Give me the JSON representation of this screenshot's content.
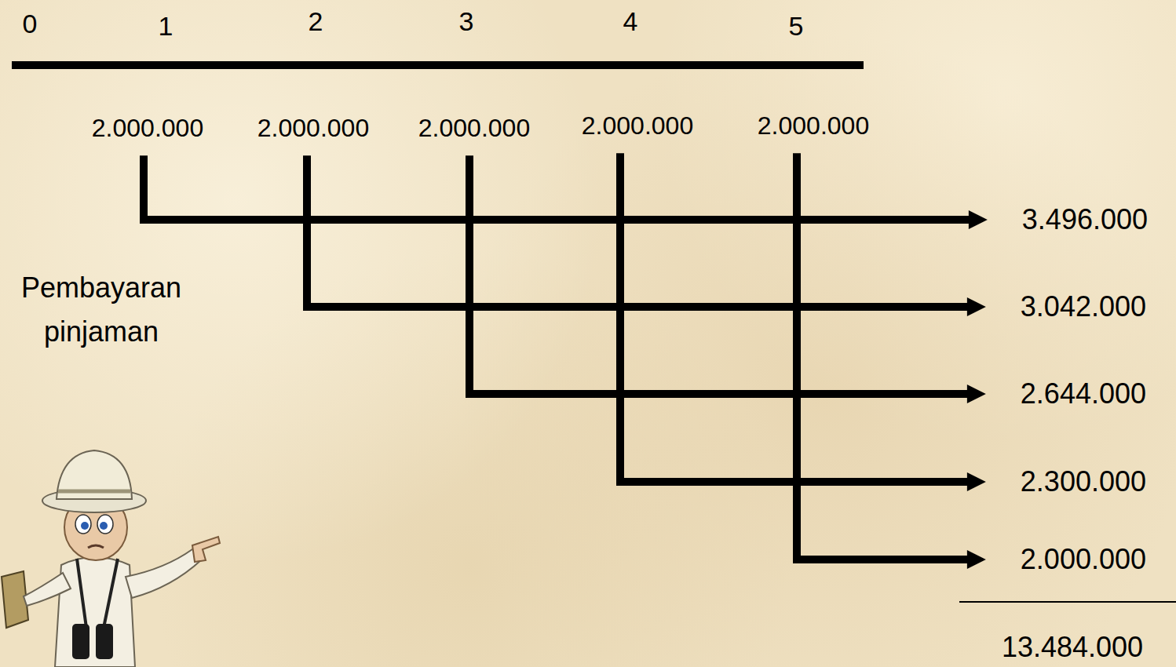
{
  "diagram": {
    "nodes": [
      {
        "text": [
          "2.000.000"
        ]
      },
      {
        "text": [
          "2.000.000"
        ]
      },
      {
        "text": [
          "2.000.000"
        ]
      },
      {
        "text": [
          "2.000.000"
        ]
      },
      {
        "text": [
          "2.000.000"
        ]
      },
      {
        "text": [
          "3.496.000"
        ]
      },
      {
        "text": [
          "3.042.000"
        ]
      },
      {
        "text": [
          "2.644.000"
        ]
      },
      {
        "text": [
          "2.300.000"
        ]
      },
      {
        "text": [
          "2.000.000"
        ]
      }
    ],
    "edges": [
      {
        "from": 0,
        "to": 5,
        "arrow": "to"
      },
      {
        "from": 1,
        "to": 6,
        "arrow": "to"
      },
      {
        "from": 2,
        "to": 7,
        "arrow": "to"
      },
      {
        "from": 3,
        "to": 8,
        "arrow": "to"
      },
      {
        "from": 4,
        "to": 9,
        "arrow": "to"
      }
    ],
    "labels": [
      "0",
      "1",
      "2",
      "3",
      "4",
      "5",
      "Pembayaran pinjaman",
      "13.484.000"
    ]
  }
}
